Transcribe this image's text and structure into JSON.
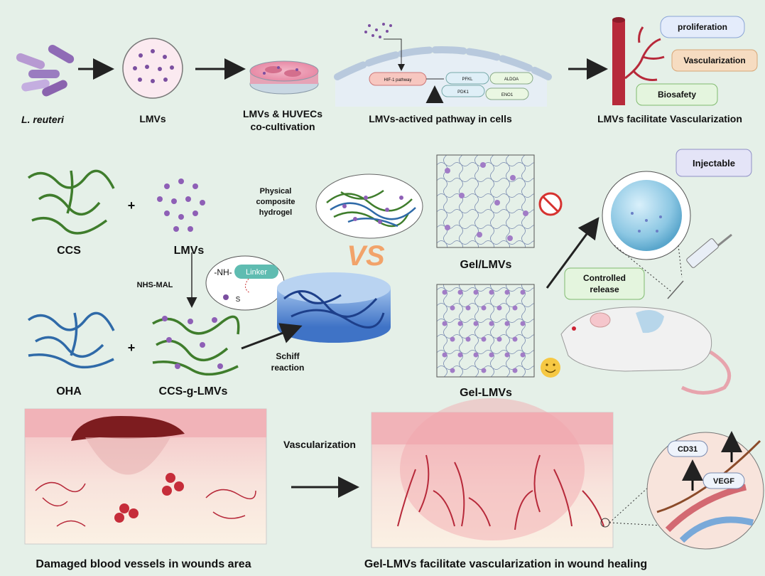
{
  "row1": {
    "lreuteri": "L. reuteri",
    "lmvs": "LMVs",
    "cocult_1": "LMVs & HUVECs",
    "cocult_2": "co-cultivation",
    "pathway_caption": "LMVs-actived pathway in cells",
    "hif": "HIF-1 pathway",
    "pfkl": "PFKL",
    "aldoa": "ALDOA",
    "pdk1": "PDK1",
    "eno1": "ENO1",
    "facilitate": "LMVs facilitate Vascularization",
    "tags": [
      "proliferation",
      "Vascularization",
      "Biosafety"
    ]
  },
  "row2": {
    "ccs": "CCS",
    "lmvs": "LMVs",
    "plus": "+",
    "nhs_mal": "NHS-MAL",
    "nh": "-NH-",
    "linker": "Linker",
    "s": "S",
    "physical_1": "Physical",
    "physical_2": "composite",
    "physical_3": "hydrogel",
    "vs": "VS",
    "gel_slash": "Gel/LMVs",
    "gel_dash": "Gel-LMVs",
    "oha": "OHA",
    "ccs_g": "CCS-g-LMVs",
    "schiff_1": "Schiff",
    "schiff_2": "reaction",
    "injectable": "Injectable",
    "controlled_1": "Controlled",
    "controlled_2": "release"
  },
  "row3": {
    "vascularization": "Vascularization",
    "damaged": "Damaged blood vessels in wounds area",
    "healing": "Gel-LMVs facilitate vascularization in wound healing",
    "cd31": "CD31",
    "vegf": "VEGF"
  },
  "colors": {
    "background": "#e5f0e8",
    "lmv_purple": "#7b4fa0",
    "ccs_green": "#3f7d2c",
    "oha_blue": "#2f6aa8",
    "vessel_red": "#c62d3a",
    "tag_blue": "#e4ecfb",
    "tag_orange": "#f6dcc1",
    "tag_green": "#e4f5de",
    "vs_orange": "#f2a36a"
  }
}
